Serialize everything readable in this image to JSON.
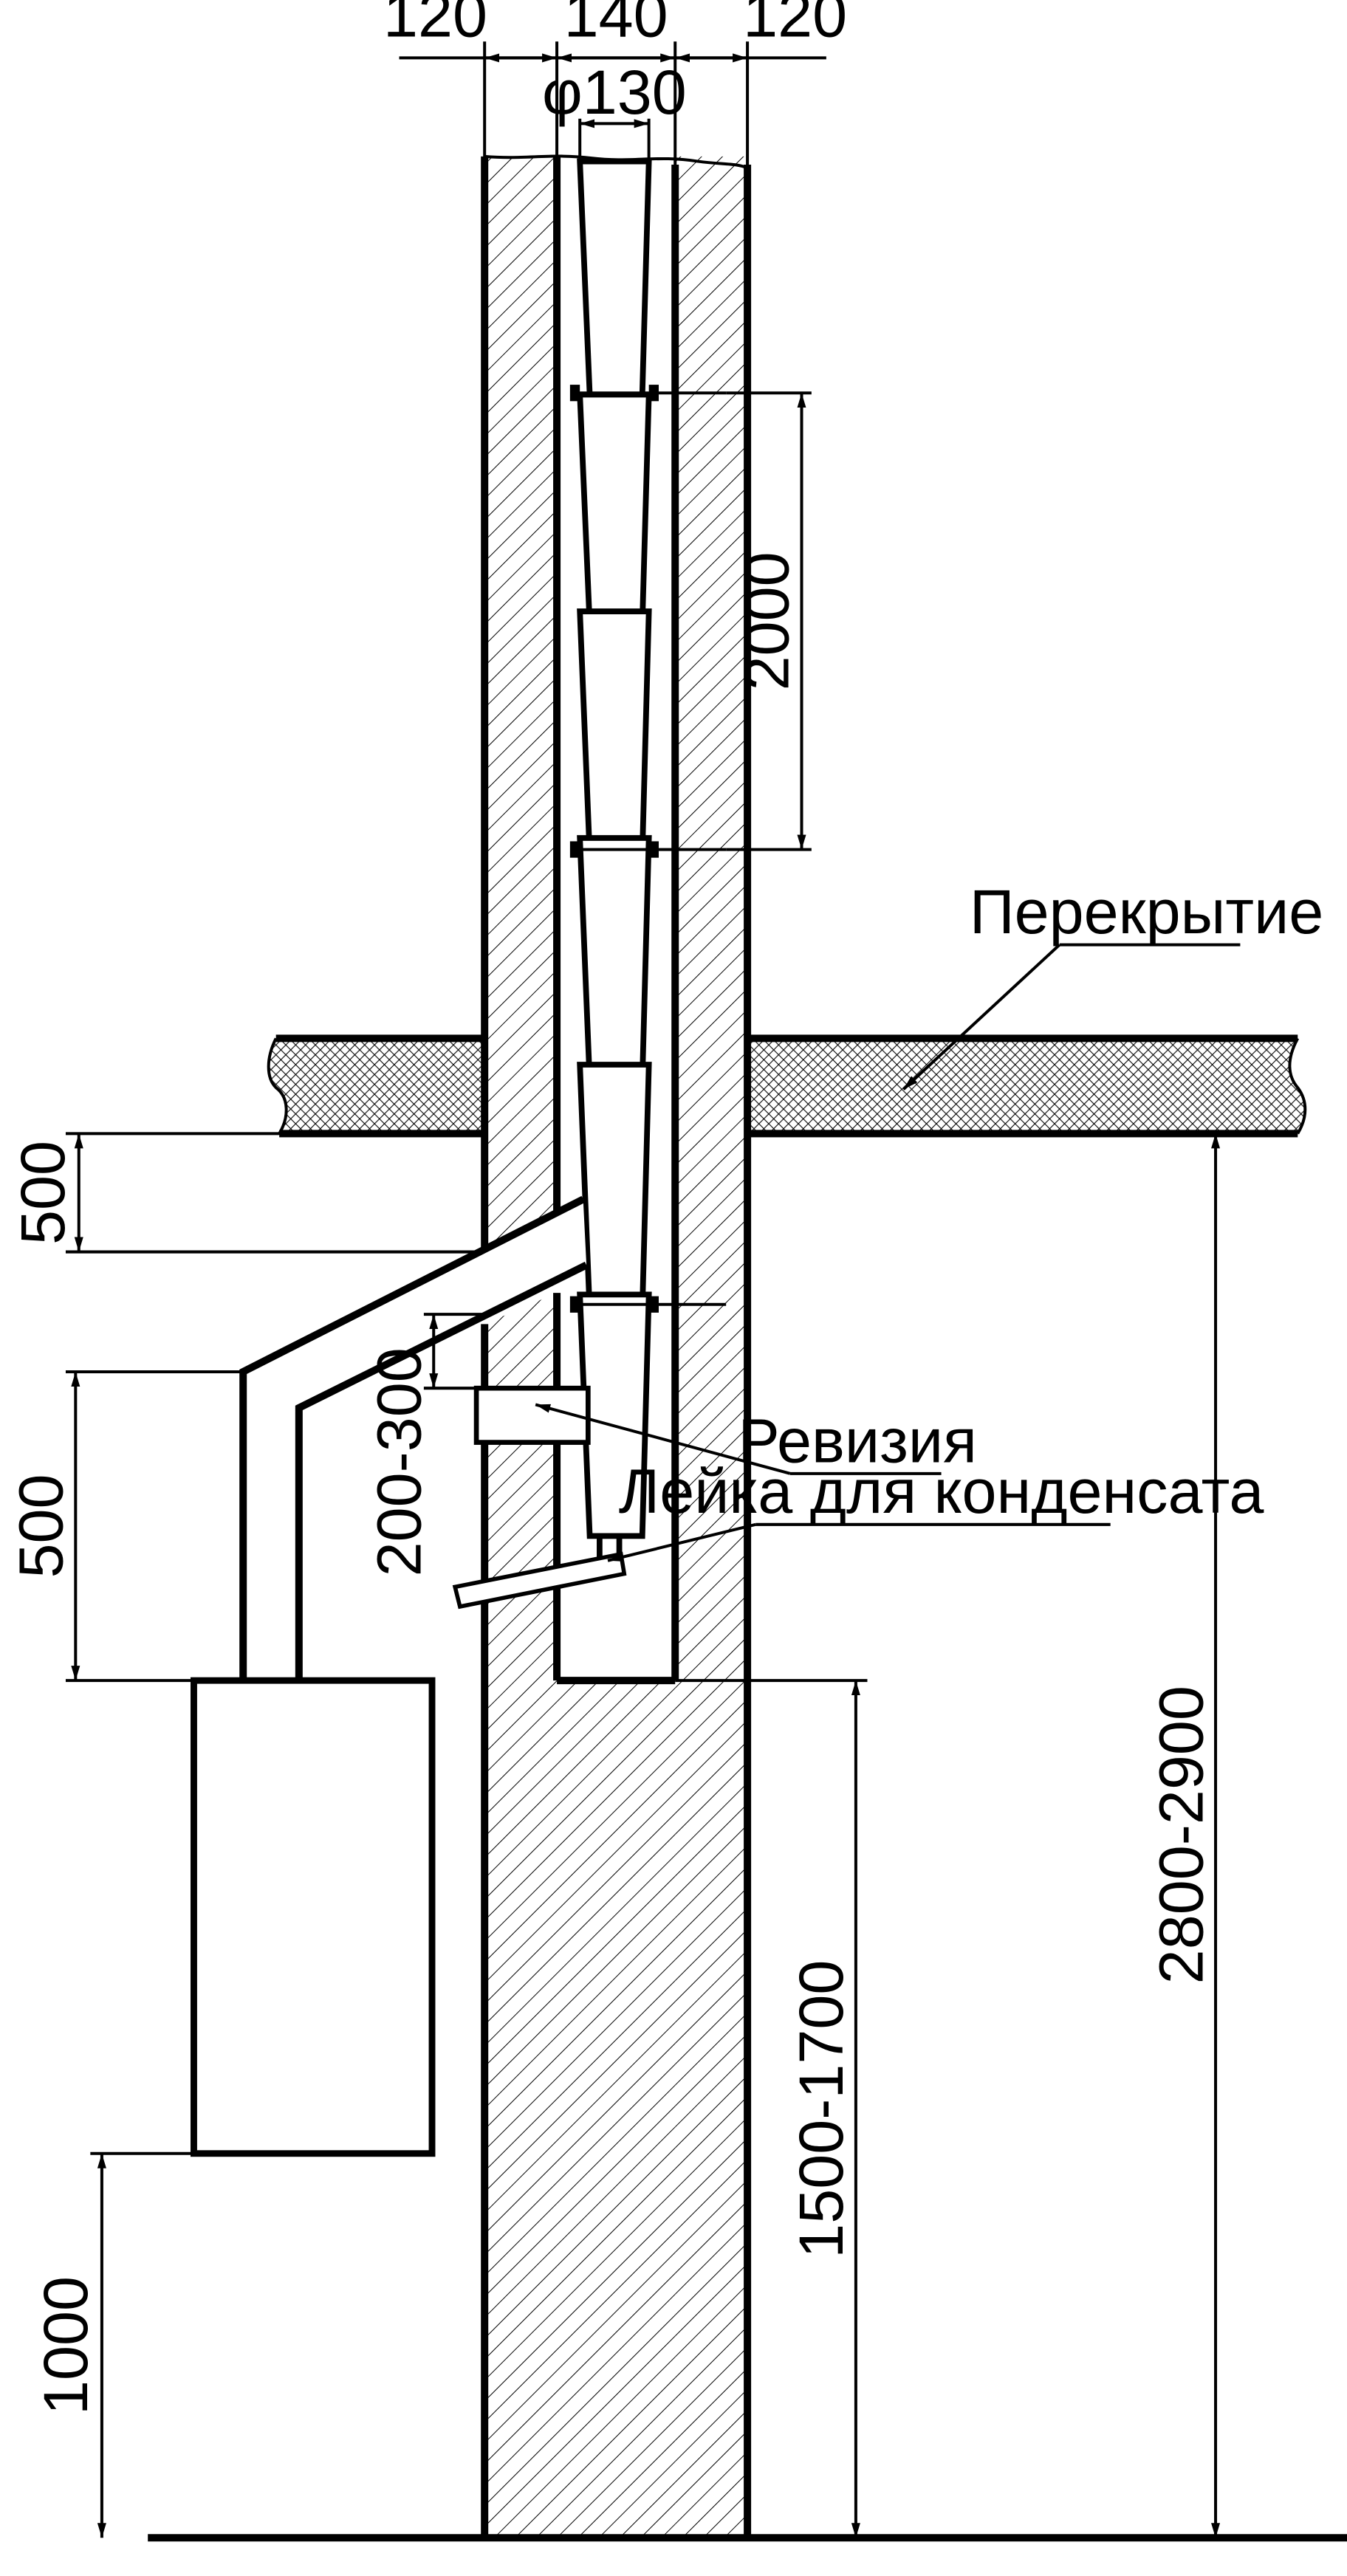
{
  "dimensions": {
    "wall_left": "120",
    "channel": "140",
    "wall_right": "120",
    "pipe_diameter": "φ130",
    "clamp_spacing": "2000",
    "slab_to_connector": "500",
    "connector_to_boiler": "500",
    "revision_offset": "200-300",
    "floor_height": "2800-2900",
    "channel_bottom": "1500-1700",
    "boiler_bottom": "1000"
  },
  "labels": {
    "slab": "Перекрытие",
    "revision": "Ревизия",
    "condensate": "Лейка для конденсата"
  }
}
